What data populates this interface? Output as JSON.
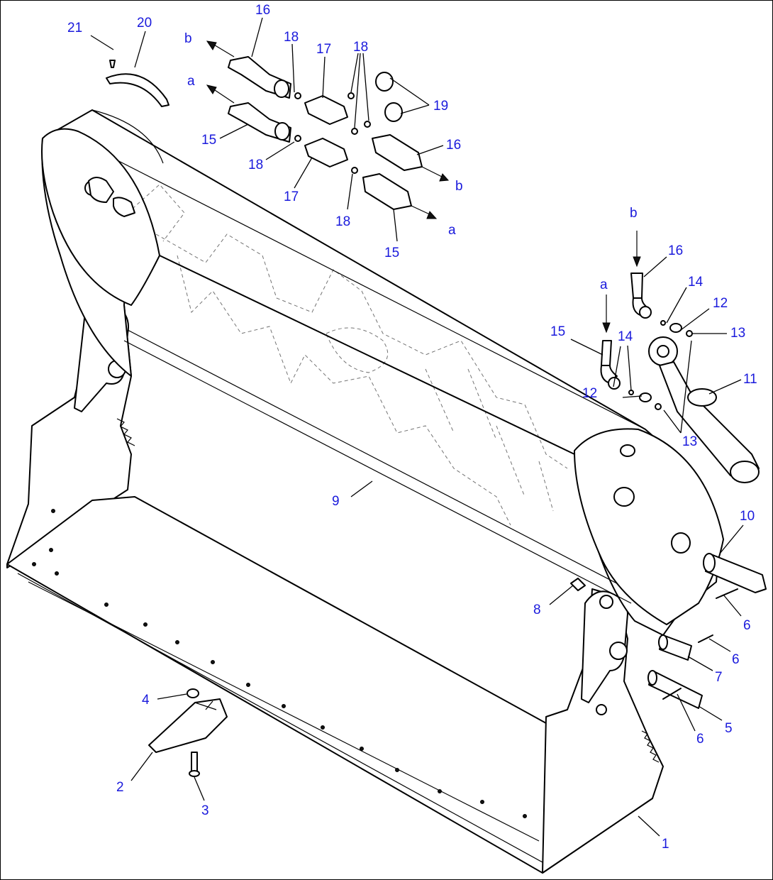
{
  "callouts": {
    "c1": "1",
    "c2": "2",
    "c3": "3",
    "c4": "4",
    "c5": "5",
    "c6a": "6",
    "c6b": "6",
    "c6c": "6",
    "c7": "7",
    "c8": "8",
    "c9": "9",
    "c10": "10",
    "c11": "11",
    "c12a": "12",
    "c12b": "12",
    "c13a": "13",
    "c13b": "13",
    "c14a": "14",
    "c14b": "14",
    "c15a": "15",
    "c15b": "15",
    "c15c": "15",
    "c16a": "16",
    "c16b": "16",
    "c16c": "16",
    "c17a": "17",
    "c17b": "17",
    "c18a": "18",
    "c18b": "18",
    "c18c": "18",
    "c18d": "18",
    "c19": "19",
    "c20": "20",
    "c21": "21",
    "ba": "b",
    "aa": "a",
    "bb": "b",
    "ab": "a",
    "bc": "b",
    "ac": "a"
  },
  "colors": {
    "callout": "#1a1adc",
    "line": "#000000",
    "background": "#ffffff"
  }
}
